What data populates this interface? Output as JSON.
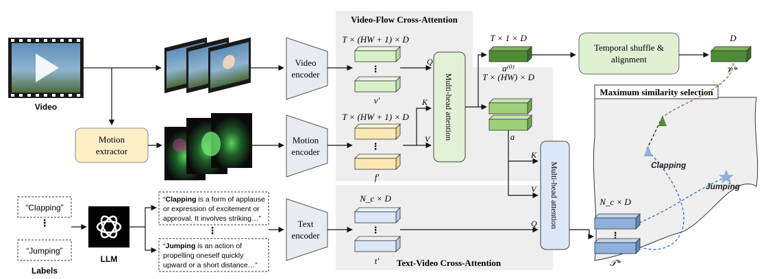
{
  "panels": {
    "video_flow_title": "Video-Flow Cross-Attention",
    "text_video_title": "Text-Video Cross-Attention",
    "max_sim_title": "Maximum similarity selection"
  },
  "inputs": {
    "video_label": "Video",
    "motion_extractor": [
      "Motion",
      "extractor"
    ],
    "labels_caption": "Labels",
    "label_items": [
      "“Clapping”",
      "“Jumping”"
    ],
    "llm_label": "LLM"
  },
  "descriptions": {
    "clapping": {
      "bold_word": "Clapping",
      "first_line_rest": " is a form of applause",
      "lines": [
        "or expression of excitement or",
        "approval. It involves striking…”"
      ]
    },
    "jumping": {
      "bold_word": "Jumping",
      "first_line_rest": " is an action of",
      "lines": [
        "propelling oneself quickly",
        "upward or a short distance…”"
      ]
    }
  },
  "encoders": {
    "video": [
      "Video",
      "encoder"
    ],
    "motion": [
      "Motion",
      "encoder"
    ],
    "text": [
      "Text",
      "encoder"
    ]
  },
  "math": {
    "video_shape": "T × (HW + 1) × D",
    "motion_shape": "T × (HW + 1) × D",
    "video_token": "v′",
    "motion_token": "f′",
    "text_shape": "N_c × D",
    "text_token": "t′",
    "pooled_shape": "T × 1 × D",
    "pooled_token": "a⁽⁰⁾",
    "a_shape": "T × (HW) × D",
    "a_token": "a",
    "out_dim": "D",
    "v_star": "𝒱*",
    "t_shape": "N_c × D",
    "t_star": "𝒯*"
  },
  "attention": {
    "label": "Multi-head attention",
    "q": "Q",
    "k": "K",
    "v": "V"
  },
  "temporal": [
    "Temporal shuffle &",
    "alignment"
  ],
  "embedding_labels": {
    "clapping": "Clapping",
    "jumping": "Jumping"
  },
  "colors": {
    "video_token": "#d7f0c8",
    "motion_token": "#fde8b5",
    "text_token": "#dce6f7",
    "dark_green": "#4f8b36",
    "light_green": "#9fd17a",
    "blue_token": "#8fb0dc",
    "attention_green": "#e2f1d6",
    "attention_blue": "#dce7f7",
    "motion_extractor": "#fcefc7",
    "temporal": "#dff0d3",
    "panel_gray": "#eeeeee"
  }
}
